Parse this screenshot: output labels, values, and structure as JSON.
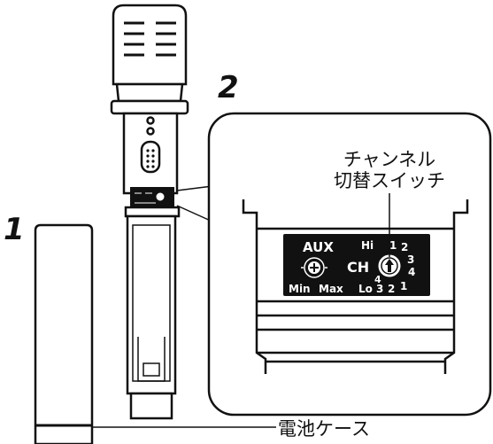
{
  "labels": {
    "step_1": "1",
    "step_2": "2",
    "switch_name_line1": "チャンネル",
    "switch_name_line2": "切替スイッチ",
    "battery_case": "電池ケース"
  },
  "panel": {
    "aux": "AUX",
    "hi": "Hi",
    "lo": "Lo",
    "ch": "CH",
    "min": "Min",
    "max": "Max",
    "channel_numbers": [
      "1",
      "2",
      "3",
      "4",
      "4",
      "3",
      "2",
      "1"
    ]
  },
  "colors": {
    "ink": "#111111",
    "panel_fill": "#111111",
    "panel_text": "#ffffff",
    "background": "#ffffff"
  }
}
